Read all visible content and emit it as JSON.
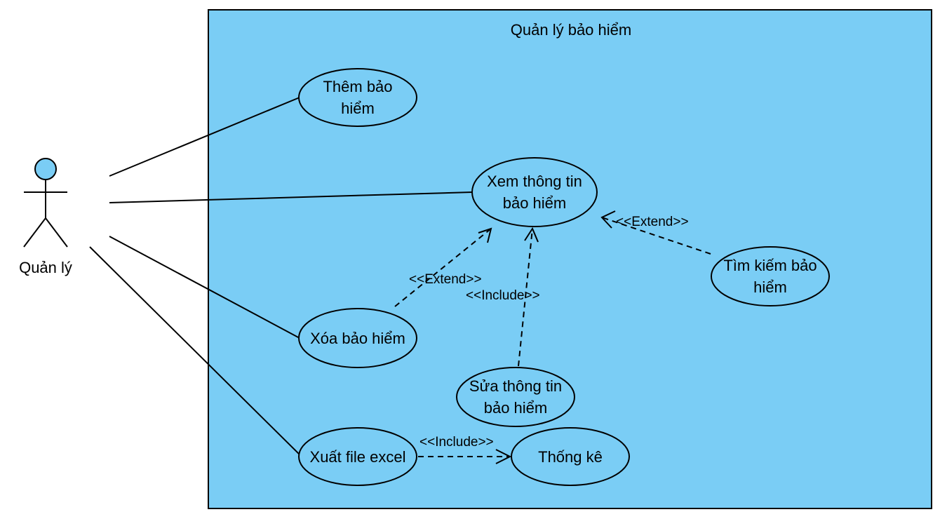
{
  "system": {
    "title": "Quản lý bảo hiểm",
    "fill": "#7ACDF5",
    "stroke": "#000000"
  },
  "actor": {
    "label": "Quản lý",
    "head_fill": "#7ACDF5"
  },
  "use_cases": {
    "them": {
      "label": "Thêm bảo hiểm"
    },
    "xem": {
      "label": "Xem thông tin bảo hiểm"
    },
    "timkiem": {
      "label": "Tìm kiếm bảo hiểm"
    },
    "xoa": {
      "label": "Xóa bảo hiểm"
    },
    "sua": {
      "label": "Sửa thông tin bảo hiểm"
    },
    "xuat": {
      "label": "Xuất file excel"
    },
    "thongke": {
      "label": "Thống kê"
    }
  },
  "relations": {
    "timkiem_xem": {
      "label": "<<Extend>>",
      "type": "extend"
    },
    "xoa_xem": {
      "label": "<<Extend>>",
      "type": "extend"
    },
    "sua_xem": {
      "label": "<<Include>>",
      "type": "include"
    },
    "xuat_thongke": {
      "label": "<<Include>>",
      "type": "include"
    }
  },
  "associations": [
    "them",
    "xem",
    "xoa",
    "xuat"
  ]
}
